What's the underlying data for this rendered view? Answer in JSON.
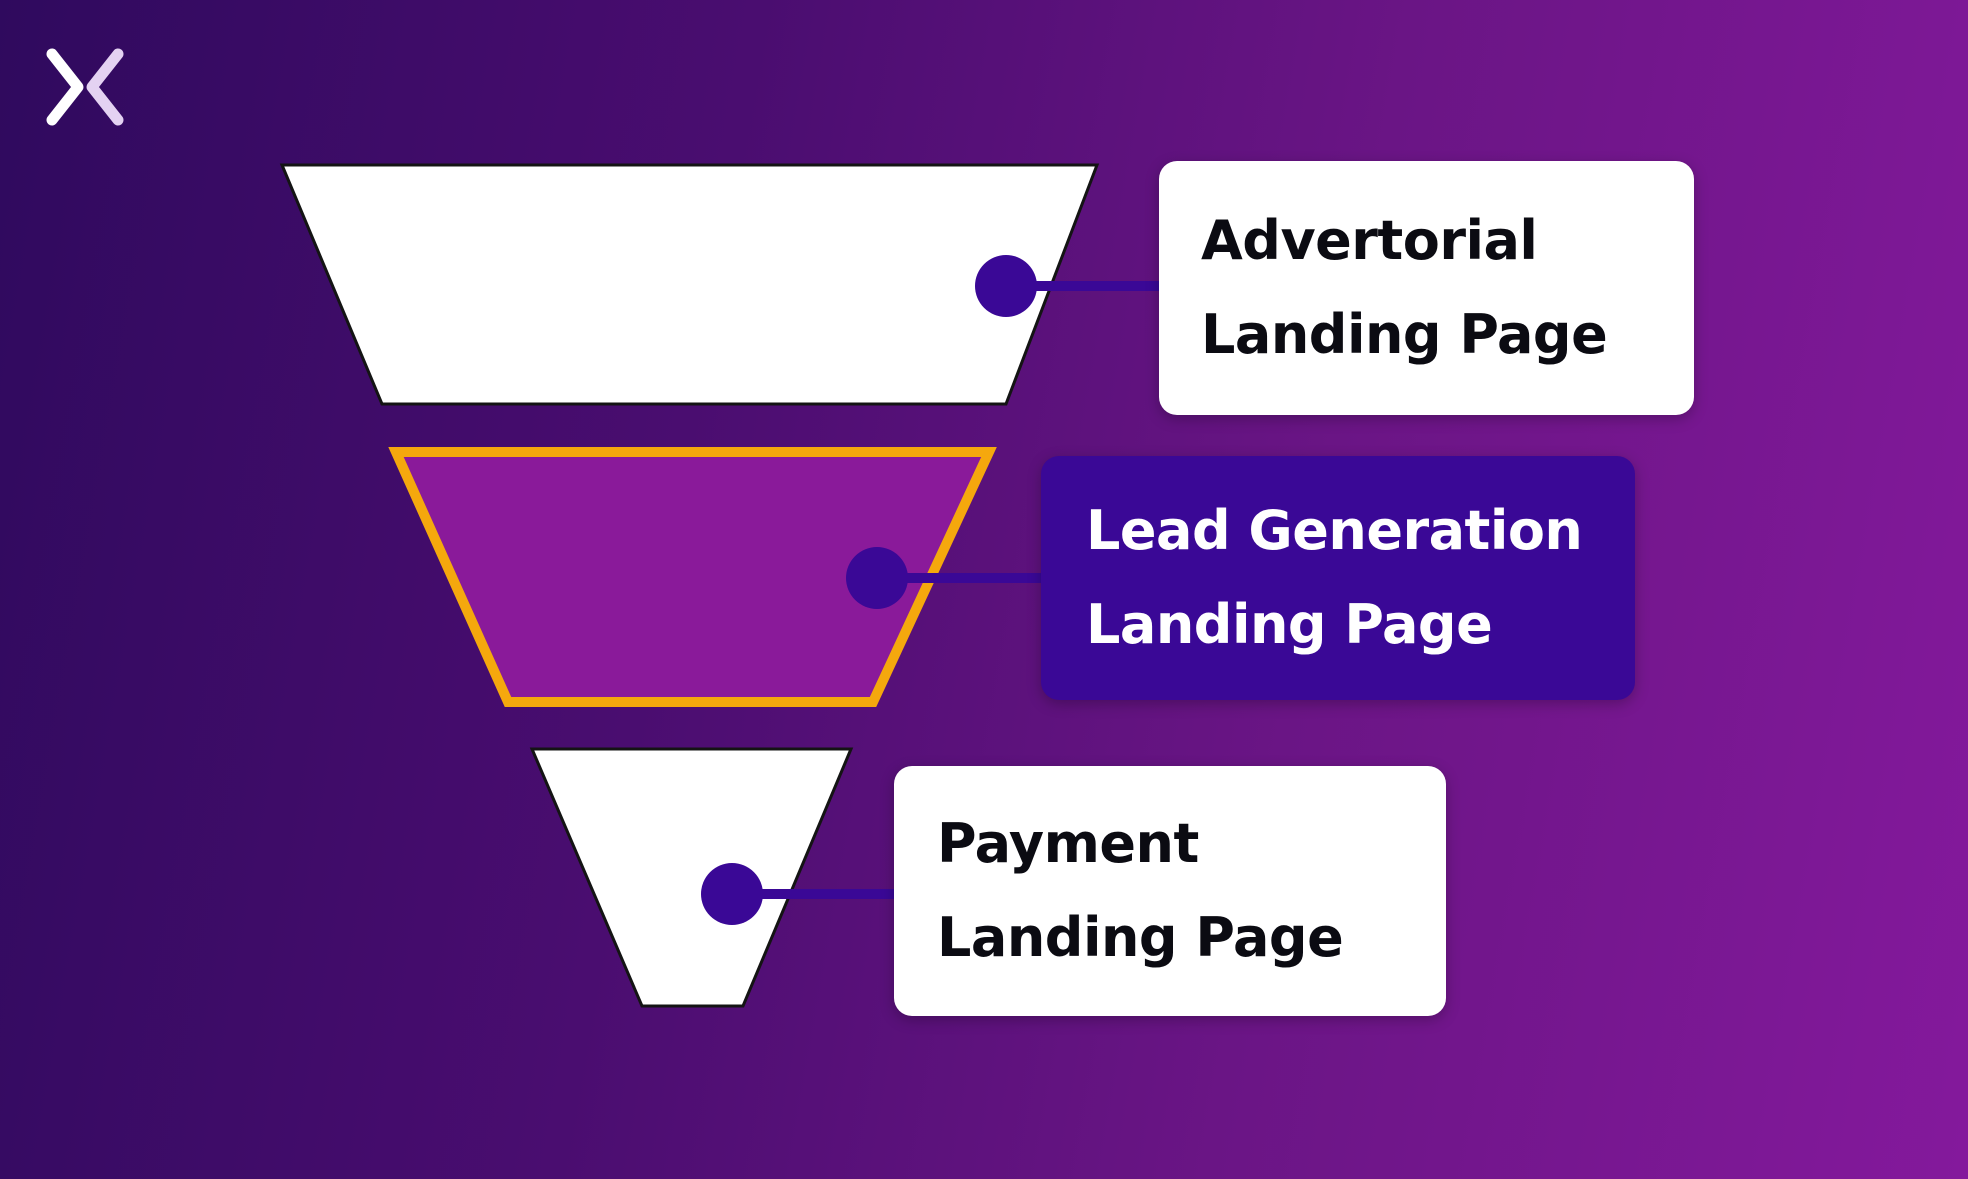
{
  "logo": {
    "icon": "x-chevrons-logo-icon"
  },
  "colors": {
    "background_start": "#2f0a5e",
    "background_end": "#84199c",
    "stage_white": "#ffffff",
    "stage_highlight_fill": "#8a1a9a",
    "stage_highlight_border": "#f5a80d",
    "connector": "#3a0896",
    "highlight_box": "#3a0896"
  },
  "stages": [
    {
      "line1": "Advertorial",
      "line2": "Landing Page",
      "highlighted": false
    },
    {
      "line1": "Lead Generation",
      "line2": "Landing Page",
      "highlighted": true
    },
    {
      "line1": "Payment",
      "line2": "Landing Page",
      "highlighted": false
    }
  ]
}
